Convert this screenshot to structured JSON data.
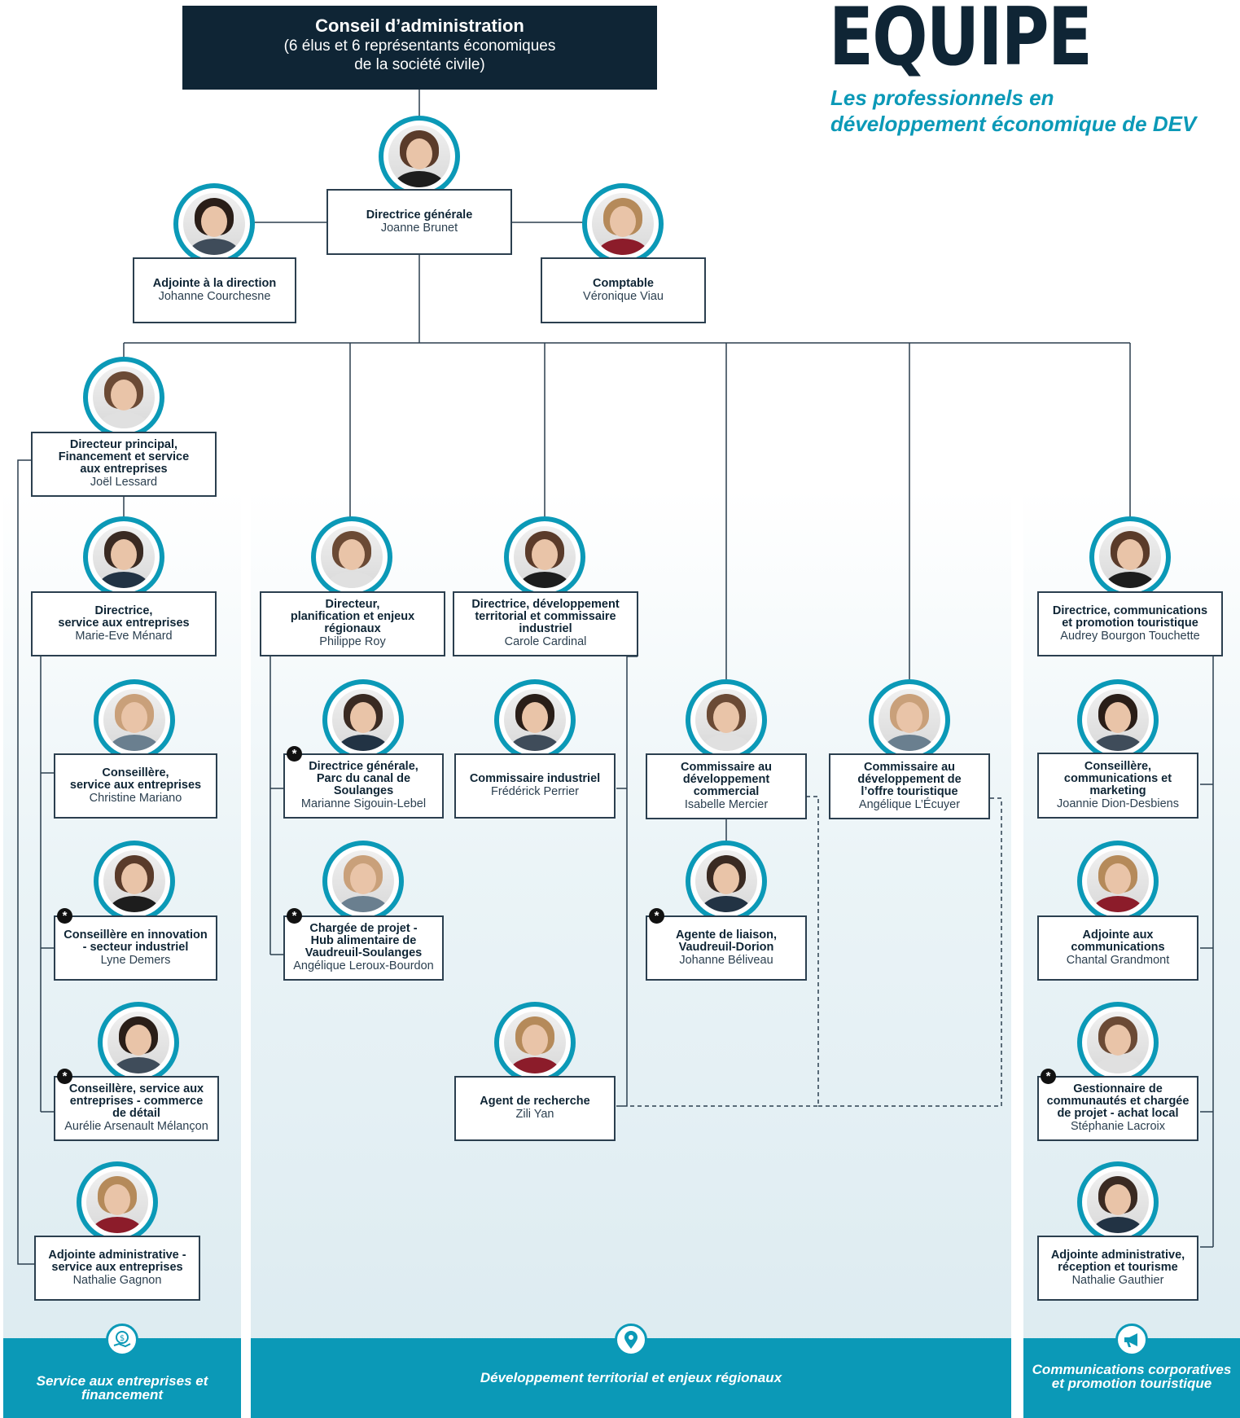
{
  "board": {
    "title": "Conseil d’administration",
    "line1": "(6 élus et 6 représentants économiques",
    "line2": "de la société civile)"
  },
  "heading": "EQUIPE",
  "subtitle": "Les professionnels en développement économique de DEV",
  "colors": {
    "navy": "#0f2535",
    "teal": "#0b99b7",
    "line": "#2b3f4f"
  },
  "columns": [
    {
      "id": "col-service",
      "icon": "dollar-hand-icon",
      "label": "Service aux entreprises et financement"
    },
    {
      "id": "col-territorial",
      "icon": "map-pin-icon",
      "label": "Développement territorial et enjeux régionaux"
    },
    {
      "id": "col-communications",
      "icon": "megaphone-icon",
      "label": "Communications corporatives et promotion touristique"
    }
  ],
  "nodes": [
    {
      "id": "dg",
      "role": "Directrice générale",
      "name": "Joanne Brunet",
      "starred": false
    },
    {
      "id": "adjointe-direction",
      "role": "Adjointe à la direction",
      "name": "Johanne Courchesne",
      "starred": false
    },
    {
      "id": "comptable",
      "role": "Comptable",
      "name": "Véronique Viau",
      "starred": false
    },
    {
      "id": "directeur-principal",
      "role": "Directeur principal,\nFinancement et service\naux entreprises",
      "name": "Joël Lessard",
      "starred": false
    },
    {
      "id": "directrice-service",
      "role": "Directrice,\nservice aux entreprises",
      "name": "Marie-Eve Ménard",
      "starred": false
    },
    {
      "id": "conseillere-service",
      "role": "Conseillère,\nservice aux entreprises",
      "name": "Christine Mariano",
      "starred": false
    },
    {
      "id": "conseillere-innovation",
      "role": "Conseillère en innovation\n- secteur industriel",
      "name": "Lyne Demers",
      "starred": true
    },
    {
      "id": "conseillere-commerce",
      "role": "Conseillère, service aux\nentreprises - commerce\nde détail",
      "name": "Aurélie Arsenault Mélançon",
      "starred": true
    },
    {
      "id": "adjointe-admin-service",
      "role": "Adjointe administrative -\nservice aux entreprises",
      "name": "Nathalie Gagnon",
      "starred": false
    },
    {
      "id": "directeur-planification",
      "role": "Directeur,\nplanification et enjeux\nrégionaux",
      "name": "Philippe Roy",
      "starred": false
    },
    {
      "id": "dg-parc-canal",
      "role": "Directrice générale,\nParc du canal de\nSoulanges",
      "name": "Marianne Sigouin-Lebel",
      "starred": true
    },
    {
      "id": "chargee-hub",
      "role": "Chargée de projet -\nHub alimentaire de\nVaudreuil-Soulanges",
      "name": "Angélique Leroux-Bourdon",
      "starred": true
    },
    {
      "id": "directrice-territorial",
      "role": "Directrice, développement\nterritorial et commissaire\nindustriel",
      "name": "Carole Cardinal",
      "starred": false
    },
    {
      "id": "commissaire-industriel",
      "role": "Commissaire industriel",
      "name": "Frédérick Perrier",
      "starred": false
    },
    {
      "id": "agent-recherche",
      "role": "Agent de recherche",
      "name": "Zili Yan",
      "starred": false
    },
    {
      "id": "commissaire-commercial",
      "role": "Commissaire au\ndéveloppement\ncommercial",
      "name": "Isabelle Mercier",
      "starred": false
    },
    {
      "id": "agente-liaison",
      "role": "Agente de liaison,\nVaudreuil-Dorion",
      "name": "Johanne Béliveau",
      "starred": true
    },
    {
      "id": "commissaire-touristique",
      "role": "Commissaire au\ndéveloppement de\nl’offre touristique",
      "name": "Angélique L’Écuyer",
      "starred": false
    },
    {
      "id": "directrice-communications",
      "role": "Directrice, communications\net promotion touristique",
      "name": "Audrey Bourgon Touchette",
      "starred": false
    },
    {
      "id": "conseillere-communications",
      "role": "Conseillère,\ncommunications et\nmarketing",
      "name": "Joannie Dion-Desbiens",
      "starred": false
    },
    {
      "id": "adjointe-communications",
      "role": "Adjointe aux\ncommunications",
      "name": "Chantal Grandmont",
      "starred": false
    },
    {
      "id": "gestionnaire-communautes",
      "role": "Gestionnaire de\ncommunautés et chargée\nde projet - achat local",
      "name": "Stéphanie Lacroix",
      "starred": true
    },
    {
      "id": "adjointe-reception",
      "role": "Adjointe administrative,\nréception et tourisme",
      "name": "Nathalie Gauthier",
      "starred": false
    }
  ]
}
